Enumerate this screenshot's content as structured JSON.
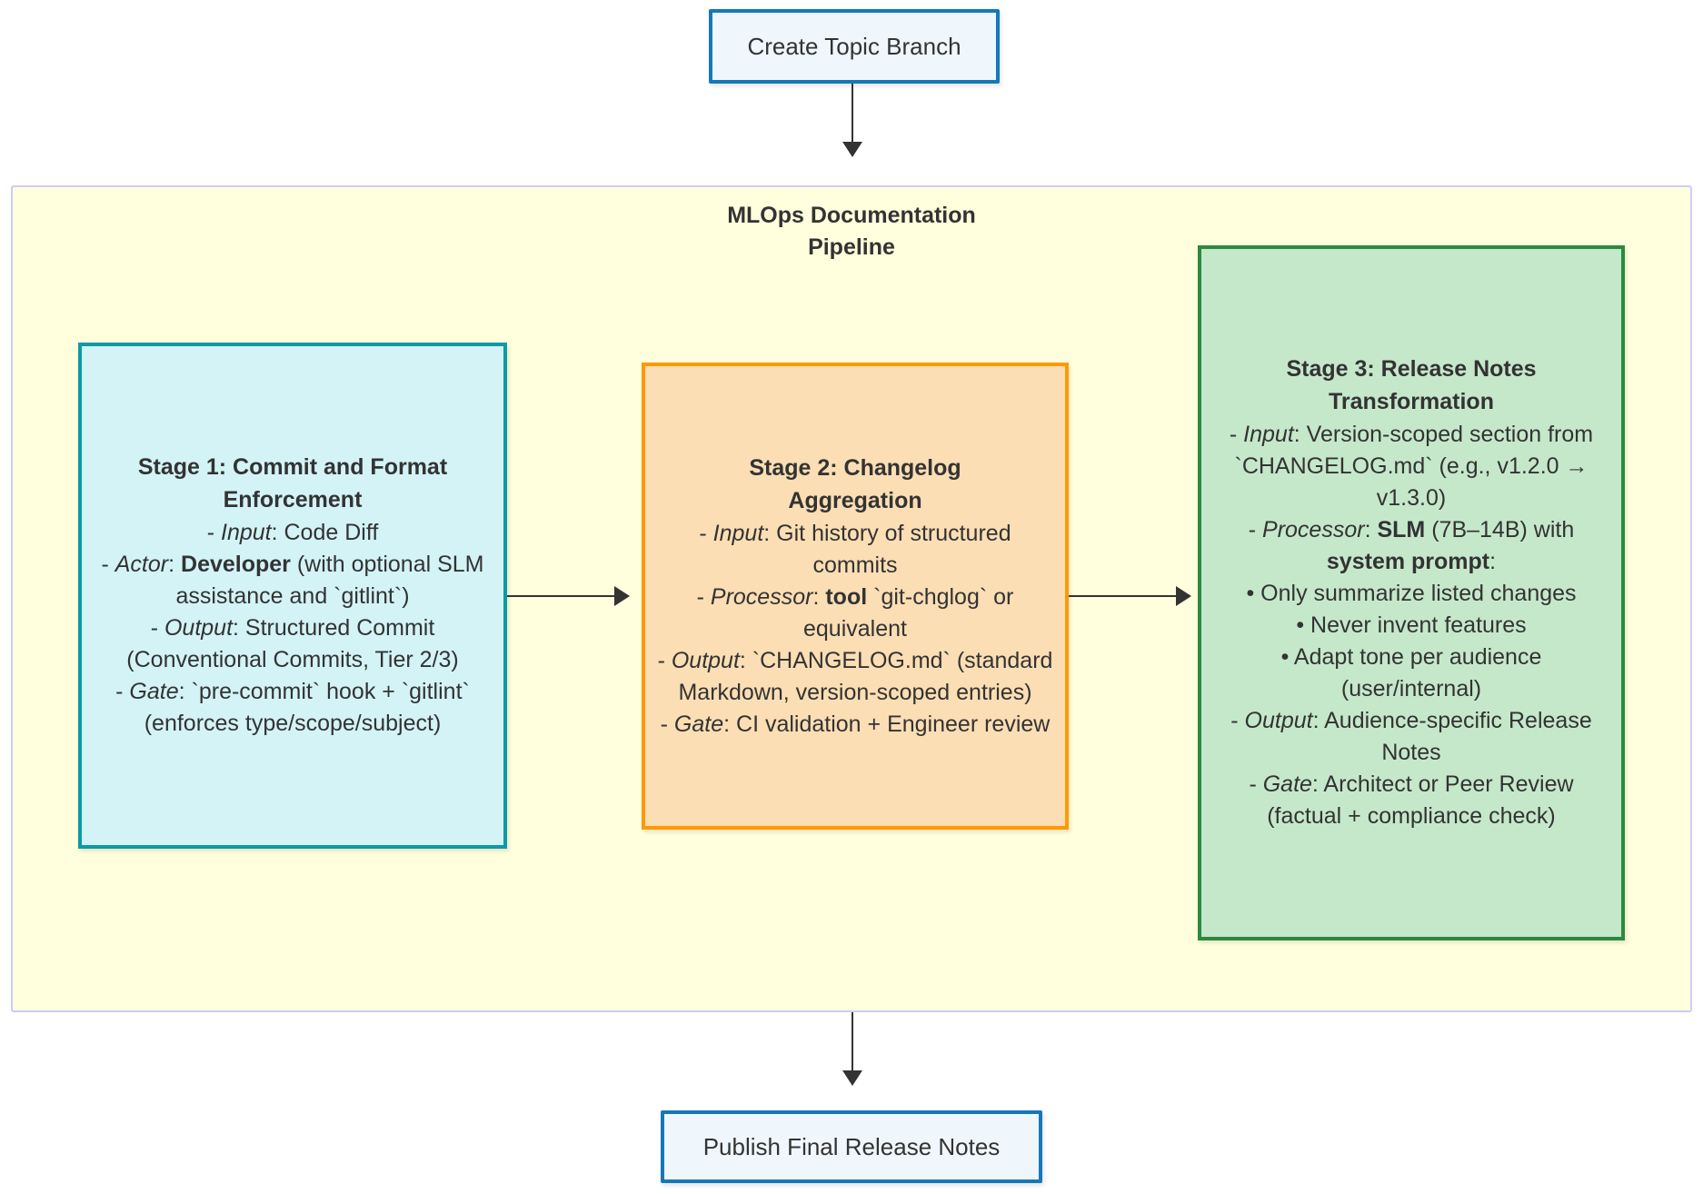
{
  "diagram": {
    "start_node": {
      "label": "Create Topic Branch"
    },
    "end_node": {
      "label": "Publish Final Release Notes"
    },
    "subgraph": {
      "title_line1": "MLOps Documentation",
      "title_line2": "Pipeline"
    },
    "stages": [
      {
        "id": "stage-1",
        "title_line1": "Stage 1: Commit and Format",
        "title_line2": "Enforcement",
        "lines": [
          "- <i>Input</i>: Code Diff",
          "- <i>Actor</i>: <b>Developer</b> (with optional SLM assistance and `gitlint`)",
          "- <i>Output</i>: Structured Commit (Conventional Commits, Tier 2/3)",
          "- <i>Gate</i>: `pre-commit` hook + `gitlint` (enforces type/scope/subject)"
        ],
        "fill": "#d3f3f7",
        "stroke": "#0b9aa8"
      },
      {
        "id": "stage-2",
        "title_line1": "Stage 2: Changelog",
        "title_line2": "Aggregation",
        "lines": [
          "- <i>Input</i>: Git history of structured commits",
          "- <i>Processor</i>: <b>tool</b> `git-chglog` or equivalent",
          "- <i>Output</i>: `CHANGELOG.md` (standard Markdown, version-scoped entries)",
          "- <i>Gate</i>: CI validation + Engineer review"
        ],
        "fill": "#fcdeb4",
        "stroke": "#ff9900"
      },
      {
        "id": "stage-3",
        "title_line1": "Stage 3: Release Notes",
        "title_line2": "Transformation",
        "lines": [
          "- <i>Input</i>: Version-scoped section from `CHANGELOG.md` (e.g., v1.2.0 &#8594; v1.3.0)",
          "- <i>Processor</i>: <b>SLM</b> (7B&#8211;14B) with <b>system prompt</b>:",
          "&#8226; Only summarize listed changes",
          "&#8226; Never invent features",
          "&#8226; Adapt tone per audience (user/internal)",
          "- <i>Output</i>: Audience-specific Release Notes",
          "- <i>Gate</i>: Architect or Peer Review (factual + compliance check)"
        ],
        "fill": "#c5e8cb",
        "stroke": "#2b8a3e"
      }
    ],
    "edges": [
      {
        "from": "start-node",
        "to": "subgraph",
        "direction": "down"
      },
      {
        "from": "stage-1",
        "to": "stage-2",
        "direction": "right"
      },
      {
        "from": "stage-2",
        "to": "stage-3",
        "direction": "right"
      },
      {
        "from": "subgraph",
        "to": "end-node",
        "direction": "down"
      }
    ],
    "colors": {
      "terminal_fill": "#eff7fd",
      "terminal_stroke": "#1579b8",
      "subgraph_fill": "#ffffdd",
      "subgraph_stroke": "#ccccff",
      "edge": "#333333",
      "text": "#333333"
    }
  }
}
